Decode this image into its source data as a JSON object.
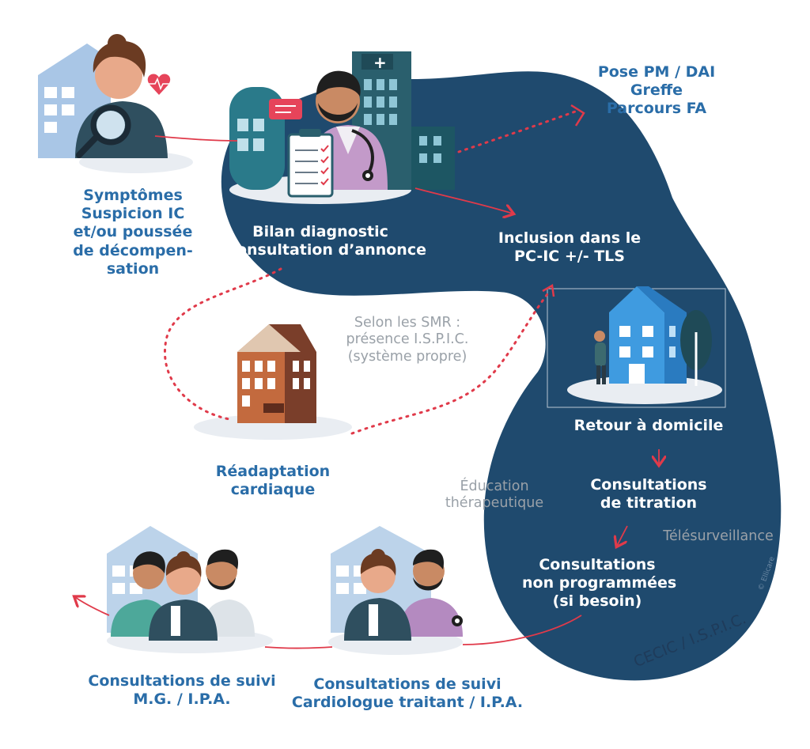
{
  "labels": {
    "symptoms": [
      "Symptômes",
      "Suspicion IC",
      "et/ou poussée",
      "de décompen-",
      "sation"
    ],
    "bilan": [
      "Bilan diagnostic",
      "Consultation d’annonce"
    ],
    "pose": [
      "Pose PM / DAI",
      "Greffe",
      "Parcours FA"
    ],
    "inclusion": [
      "Inclusion dans le",
      "PC-IC +/- TLS"
    ],
    "smr": [
      "Selon les SMR :",
      "présence I.S.P.I.C.",
      "(système propre)"
    ],
    "readaptation": [
      "Réadaptation",
      "cardiaque"
    ],
    "retour": "Retour à domicile",
    "titration": [
      "Consultations",
      "de titration"
    ],
    "education": [
      "Éducation",
      "thérapeutique"
    ],
    "telesurveillance": "Télésurveillance",
    "non_programmees": [
      "Consultations",
      "non programmées",
      "(si besoin)"
    ],
    "suivi_mg": [
      "Consultations de suivi",
      "M.G. / I.P.A."
    ],
    "suivi_cardio": [
      "Consultations de suivi",
      "Cardiologue traitant / I.P.A."
    ],
    "cecic": "CECIC / I.S.P.I.C.",
    "watermark": "© Ellicare"
  },
  "colors": {
    "navy_region": "#1f4a6e",
    "label_blue": "#2a6da8",
    "arrow_red": "#e03a4a",
    "grey_text": "#9aa1a8"
  }
}
